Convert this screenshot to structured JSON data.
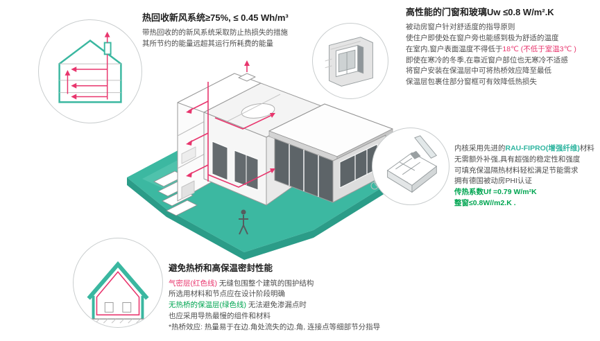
{
  "colors": {
    "teal": "#2fb5a0",
    "teal_dark": "#2b9c88",
    "red": "#e8356d",
    "green": "#00a551",
    "text_dark": "#202020",
    "text_body": "#4e4e4e"
  },
  "ventilation_callout": {
    "title": "热回收新风系统≥75%, ≤ 0.45 Wh/m³",
    "body_line1": "带热回收的的新风系统采取防止热损失的措施",
    "body_line2": "其所节约的能量远超其运行所耗费的能量"
  },
  "window_callout": {
    "title": "高性能的门窗和玻璃Uw ≤0.8 W/m².K",
    "body_line1": "被动房窗户针对舒适度的指导原则",
    "body_line2": "使住户即使处在窗户旁也能感到极为舒适的温度",
    "body_line3_black": "在室内,窗户表面温度不得低于",
    "body_line3_red": "18℃ (不低于室温3℃ )",
    "body_line4": "即使在寒冷的冬季,在靠近窗户部位也无寒冷不适感",
    "body_line5": "将窗户安装在保温层中可将热桥效应降至最低",
    "body_line6": "保温层包裹住部分窗框可有效降低热损失"
  },
  "frame_callout": {
    "line1_pre": "内核采用先进的",
    "line1_highlight": "RAU-FIPRO(增强纤维)",
    "line1_post": "材料",
    "line2": "无需额外补强,具有超强的稳定性和强度",
    "line3": "可填充保温隔热材料轻松满足节能需求",
    "line4": "拥有德国被动房PHI认证",
    "line5": "传热系数Uf =0.79 W/m²K",
    "line6": "整窗≤0.8W//m2.K ."
  },
  "thermal_callout": {
    "title": "避免热桥和高保温密封性能",
    "p1_lead": "气密层(红色线)",
    "p1_rest": " 无缝包围整个建筑的围护结构",
    "p1_line2": "所选用材料和节点应在设计阶段明确",
    "p2_lead": "无热桥的保温层(绿色线)",
    "p2_rest": " 无法避免渗漏点时",
    "p2_line2": "也应采用导热最慢的组件和材料",
    "footnote": "*热桥效应: 热量易于在边.角处流失的边.角, 连接点等细部节分指导"
  }
}
